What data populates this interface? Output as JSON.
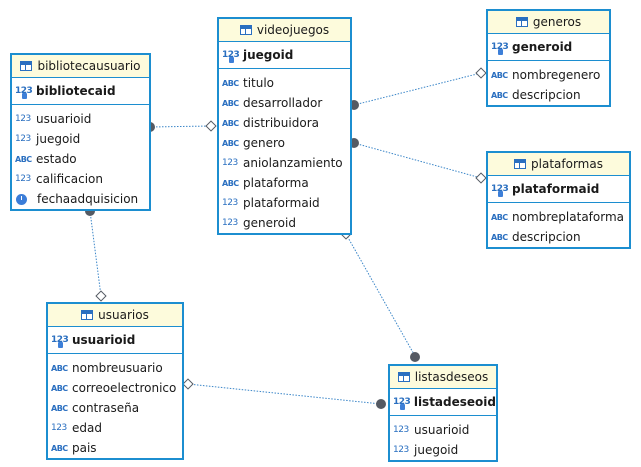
{
  "tables": {
    "bibliotecausuario": {
      "title": "bibliotecausuario",
      "pk": {
        "type": "123",
        "name": "bibliotecaid"
      },
      "fields": [
        {
          "type": "123",
          "name": "usuarioid"
        },
        {
          "type": "123",
          "name": "juegoid"
        },
        {
          "type": "ABC",
          "name": "estado"
        },
        {
          "type": "123",
          "name": "calificacion"
        },
        {
          "type": "clock-icon",
          "name": "fechaadquisicion"
        }
      ]
    },
    "videojuegos": {
      "title": "videojuegos",
      "pk": {
        "type": "123",
        "name": "juegoid"
      },
      "fields": [
        {
          "type": "ABC",
          "name": "titulo"
        },
        {
          "type": "ABC",
          "name": "desarrollador"
        },
        {
          "type": "ABC",
          "name": "distribuidora"
        },
        {
          "type": "ABC",
          "name": "genero"
        },
        {
          "type": "123",
          "name": "aniolanzamiento"
        },
        {
          "type": "ABC",
          "name": "plataforma"
        },
        {
          "type": "123",
          "name": "plataformaid"
        },
        {
          "type": "123",
          "name": "generoid"
        }
      ]
    },
    "generos": {
      "title": "generos",
      "pk": {
        "type": "123",
        "name": "generoid"
      },
      "fields": [
        {
          "type": "ABC",
          "name": "nombregenero"
        },
        {
          "type": "ABC",
          "name": "descripcion"
        }
      ]
    },
    "plataformas": {
      "title": "plataformas",
      "pk": {
        "type": "123",
        "name": "plataformaid"
      },
      "fields": [
        {
          "type": "ABC",
          "name": "nombreplataforma"
        },
        {
          "type": "ABC",
          "name": "descripcion"
        }
      ]
    },
    "usuarios": {
      "title": "usuarios",
      "pk": {
        "type": "123",
        "name": "usuarioid"
      },
      "fields": [
        {
          "type": "ABC",
          "name": "nombreusuario"
        },
        {
          "type": "ABC",
          "name": "correoelectronico"
        },
        {
          "type": "ABC",
          "name": "contraseña"
        },
        {
          "type": "123",
          "name": "edad"
        },
        {
          "type": "ABC",
          "name": "pais"
        }
      ]
    },
    "listasdeseos": {
      "title": "listasdeseos",
      "pk": {
        "type": "123",
        "name": "listadeseoid"
      },
      "fields": [
        {
          "type": "123",
          "name": "usuarioid"
        },
        {
          "type": "123",
          "name": "juegoid"
        }
      ]
    }
  },
  "relationships": [
    {
      "from": "bibliotecausuario",
      "to": "videojuegos"
    },
    {
      "from": "bibliotecausuario",
      "to": "usuarios"
    },
    {
      "from": "videojuegos",
      "to": "generos"
    },
    {
      "from": "videojuegos",
      "to": "plataformas"
    },
    {
      "from": "listasdeseos",
      "to": "videojuegos"
    },
    {
      "from": "listasdeseos",
      "to": "usuarios"
    }
  ],
  "colors": {
    "border": "#1c8ed0",
    "header": "#fdfbdc",
    "line": "#3b86c8",
    "dot": "#555a63"
  }
}
